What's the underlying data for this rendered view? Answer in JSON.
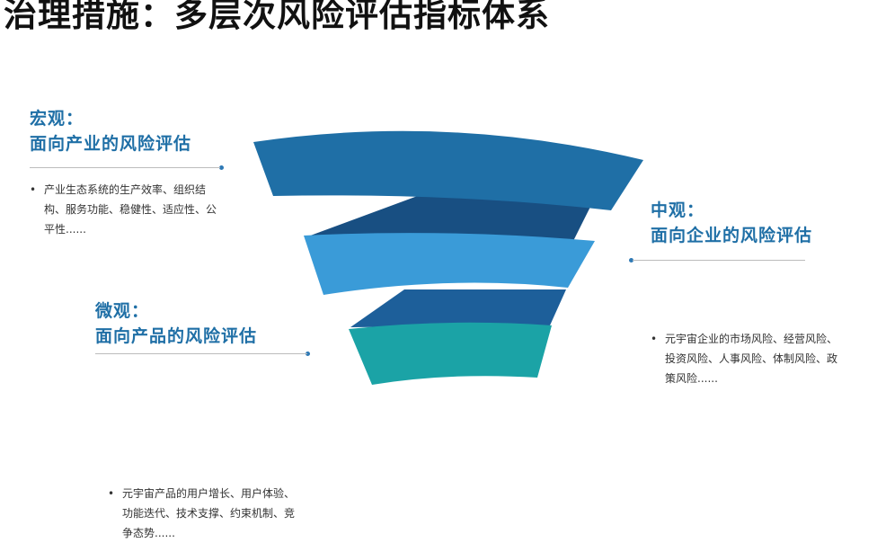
{
  "title": "治理措施：多层次风险评估指标体系",
  "levels": {
    "macro": {
      "level": "宏观：",
      "subject": "面向产业的风险评估",
      "description": "产业生态系统的生产效率、组织结构、服务功能、稳健性、适应性、公平性......"
    },
    "meso": {
      "level": "中观：",
      "subject": "面向企业的风险评估",
      "description": "元宇宙企业的市场风险、经营风险、投资风险、人事风险、体制风险、政策风险......"
    },
    "micro": {
      "level": "微观：",
      "subject": "面向产品的风险评估",
      "description": "元宇宙产品的用户增长、用户体验、功能迭代、技术支撑、约束机制、竞争态势......"
    }
  },
  "colors": {
    "title": "#111111",
    "heading": "#1f6fa6",
    "band_top": "#1f6fa6",
    "band_middle": "#3a9bd8",
    "band_bottom": "#1ba3a6",
    "connector_dark": "#184f82"
  }
}
